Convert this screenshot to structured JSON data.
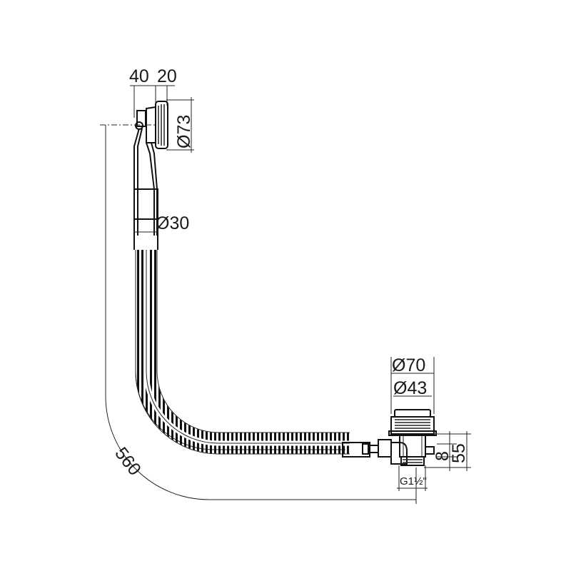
{
  "dimensions": {
    "top_left": "40",
    "top_right": "20",
    "overflow_diameter": "Ø73",
    "tube_diameter": "Ø30",
    "waste_outer_diameter": "Ø70",
    "waste_inner_diameter": "Ø43",
    "depth_small": "8",
    "depth_total": "55",
    "thread": "G1½\"",
    "length": "560"
  },
  "colors": {
    "line": "#111111",
    "background": "#ffffff"
  }
}
